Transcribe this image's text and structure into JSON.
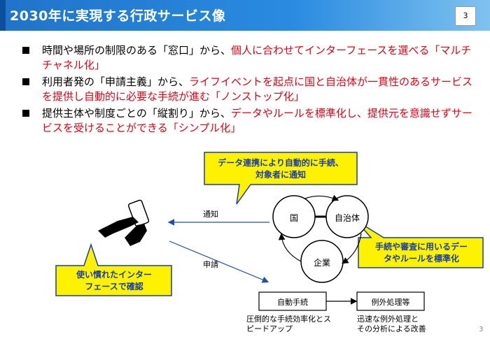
{
  "header": {
    "title": "2030年に実現する行政サービス像",
    "page_box": "3"
  },
  "bullets": [
    {
      "black": "時間や場所の制限のある「窓口」から、",
      "red": "個人に合わせてインターフェースを選べる「マルチチャネル化」"
    },
    {
      "black": "利用者発の「申請主義」から、",
      "red": "ライフイベントを起点に国と自治体が一貫性のあるサービスを提供し自動的に必要な手続が進む「ノンストップ化」"
    },
    {
      "black": "提供主体や制度ごとの「縦割り」から、",
      "red": "データやルールを標準化し、提供元を意識せずサービスを受けることができる「シンプル化」"
    }
  ],
  "diagram": {
    "callout_top": [
      "データ連携により自動的に手続、",
      "対象者に通知"
    ],
    "callout_left": [
      "使い慣れたインター",
      "フェースで確認"
    ],
    "callout_right": [
      "手続や審査に用いるデー",
      "タやルールを標準化"
    ],
    "label_notify": "通知",
    "label_apply": "申請",
    "node_country": "国",
    "node_local": "自治体",
    "node_company": "企業",
    "box_auto": "自動手続",
    "box_exception": "例外処理等",
    "note_auto": [
      "圧倒的な手続効率化とス",
      "ピードアップ"
    ],
    "note_exception": [
      "迅速な例外処理と",
      "その分析による改善"
    ]
  },
  "footer": {
    "page_number": "3"
  },
  "colors": {
    "header_blue": "#1f74c9",
    "callout_yellow": "#fff200",
    "callout_text": "#1a3fa8",
    "emphasis_red": "#e60012"
  }
}
